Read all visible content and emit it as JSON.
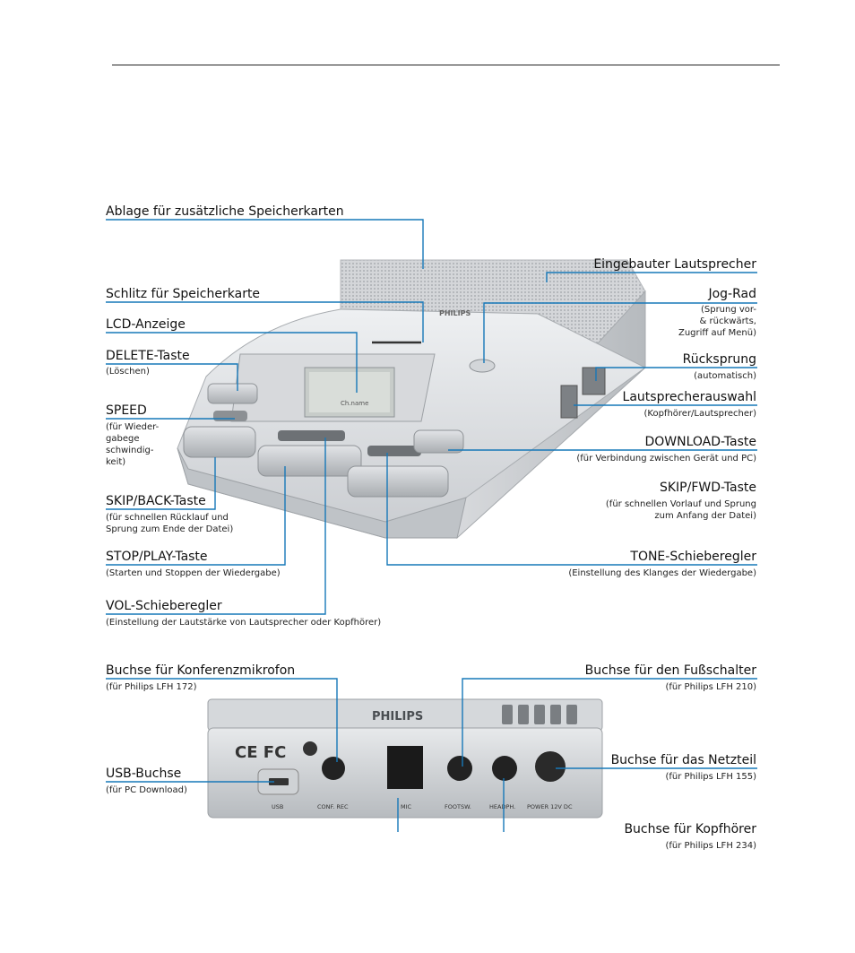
{
  "labels": {
    "ablage": "Ablage für zusätzliche Speicherkarten",
    "schlitz": "Schlitz für Speicherkarte",
    "lcd": "LCD-Anzeige",
    "delete": "DELETE-Taste",
    "delete_sub": "(Löschen)",
    "speed": "SPEED",
    "speed_sub": [
      "(für Wieder-",
      "gabege",
      "schwindig-",
      "keit)"
    ],
    "skipback": "SKIP/BACK-Taste",
    "skipback_sub": [
      "(für schnellen Rücklauf und",
      "Sprung zum Ende der Datei)"
    ],
    "stopplay": "STOP/PLAY-Taste",
    "stopplay_sub": "(Starten und Stoppen der Wiedergabe)",
    "vol": "VOL-Schieberegler",
    "vol_sub": "(Einstellung der Lautstärke von Lautsprecher oder Kopfhörer)",
    "speaker": "Eingebauter Lautsprecher",
    "jog": "Jog-Rad",
    "jog_sub": [
      "(Sprung vor-",
      "& rückwärts,",
      "Zugriff auf Menü)"
    ],
    "rewind": "Rücksprung",
    "rewind_sub": "(automatisch)",
    "speakersel": "Lautsprecherauswahl",
    "speakersel_sub": "(Kopfhörer/Lautsprecher)",
    "download": "DOWNLOAD-Taste",
    "download_sub": "(für Verbindung zwischen Gerät und PC)",
    "skipfwd": "SKIP/FWD-Taste",
    "skipfwd_sub": [
      "(für schnellen Vorlauf und Sprung",
      "zum Anfang der Datei)"
    ],
    "tone": "TONE-Schieberegler",
    "tone_sub": "(Einstellung des Klanges der Wiedergabe)",
    "conf": "Buchse für Konferenzmikrofon",
    "conf_sub": "(für Philips LFH 172)",
    "foot": "Buchse für den Fußschalter",
    "foot_sub": "(für Philips LFH 210)",
    "usb": "USB-Buchse",
    "usb_sub": "(für PC Download)",
    "power": "Buchse für das Netzteil",
    "power_sub": "(für Philips LFH 155)",
    "head": "Buchse für Kopfhörer",
    "head_sub": "(für Philips LFH 234)"
  },
  "device": {
    "brand": "PHILIPS",
    "lcd_text": "Ch.name"
  },
  "ports": {
    "usb": "USB",
    "conf": "CONF. REC",
    "mic": "MIC",
    "foot": "FOOTSW.",
    "head": "HEADPH.",
    "power": "POWER 12V DC"
  },
  "colors": {
    "leader": "#1778b8"
  }
}
